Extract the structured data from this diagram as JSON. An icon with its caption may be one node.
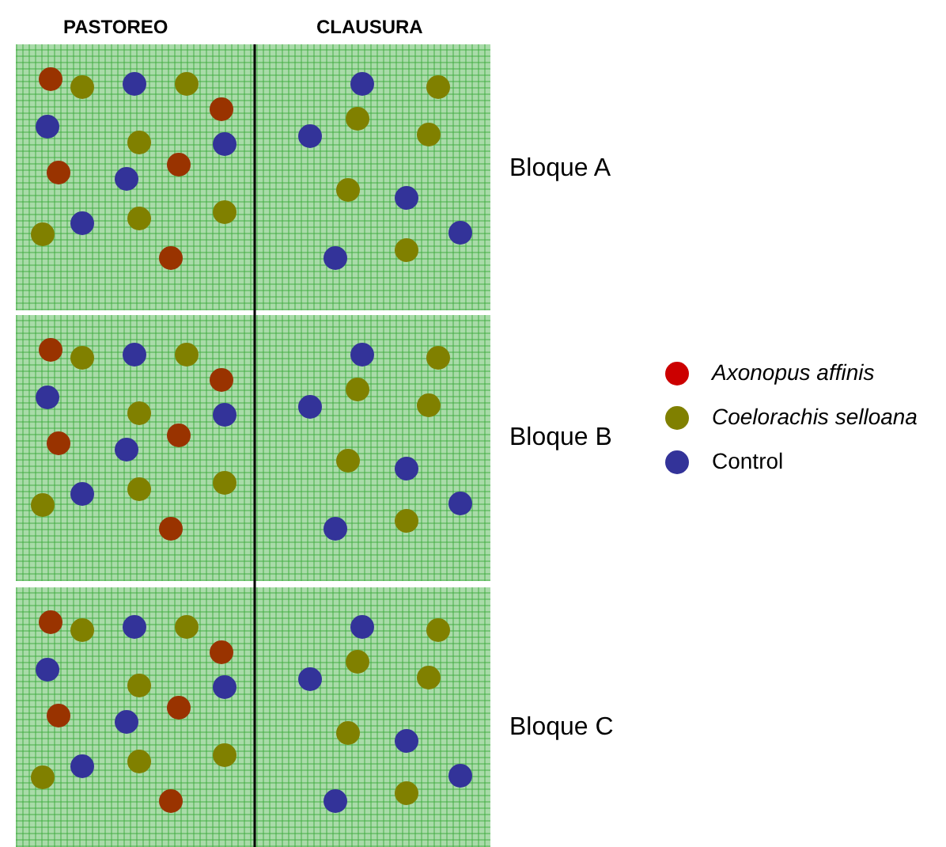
{
  "diagram": {
    "labels": [
      "PASTOREO",
      "CLAUSURA",
      "Bloque A",
      "Bloque B",
      "Bloque C"
    ],
    "legend": [
      {
        "text": "Axonopus affinis",
        "color": "#cc0000"
      },
      {
        "text": "Coelorachis selloana",
        "color": "#808000"
      },
      {
        "text": "Control",
        "color": "#333399"
      }
    ]
  }
}
